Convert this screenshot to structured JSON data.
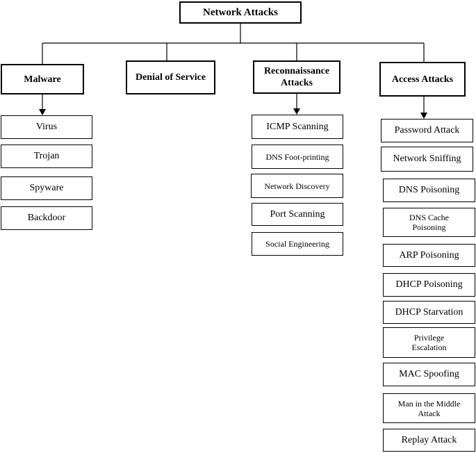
{
  "root": "Network Attacks",
  "categories": {
    "malware": {
      "label": "Malware",
      "items": [
        "Virus",
        "Trojan",
        "Spyware",
        "Backdoor"
      ]
    },
    "dos": {
      "label": "Denial of Service"
    },
    "recon": {
      "label": "Reconnaissance Attacks",
      "items": [
        "ICMP Scanning",
        "DNS Foot-printing",
        "Network Discovery",
        "Port Scanning",
        "Social Engineering"
      ]
    },
    "access": {
      "label": "Access Attacks",
      "items": [
        "Password Attack",
        "Network Sniffing",
        "DNS Poisoning",
        "DNS Cache Poisoning",
        "ARP Poisoning",
        "DHCP Poisoning",
        "DHCP Starvation",
        "Privilege Escalation",
        "MAC Spoofing",
        "Man in the Middle Attack",
        "Replay Attack"
      ]
    }
  }
}
